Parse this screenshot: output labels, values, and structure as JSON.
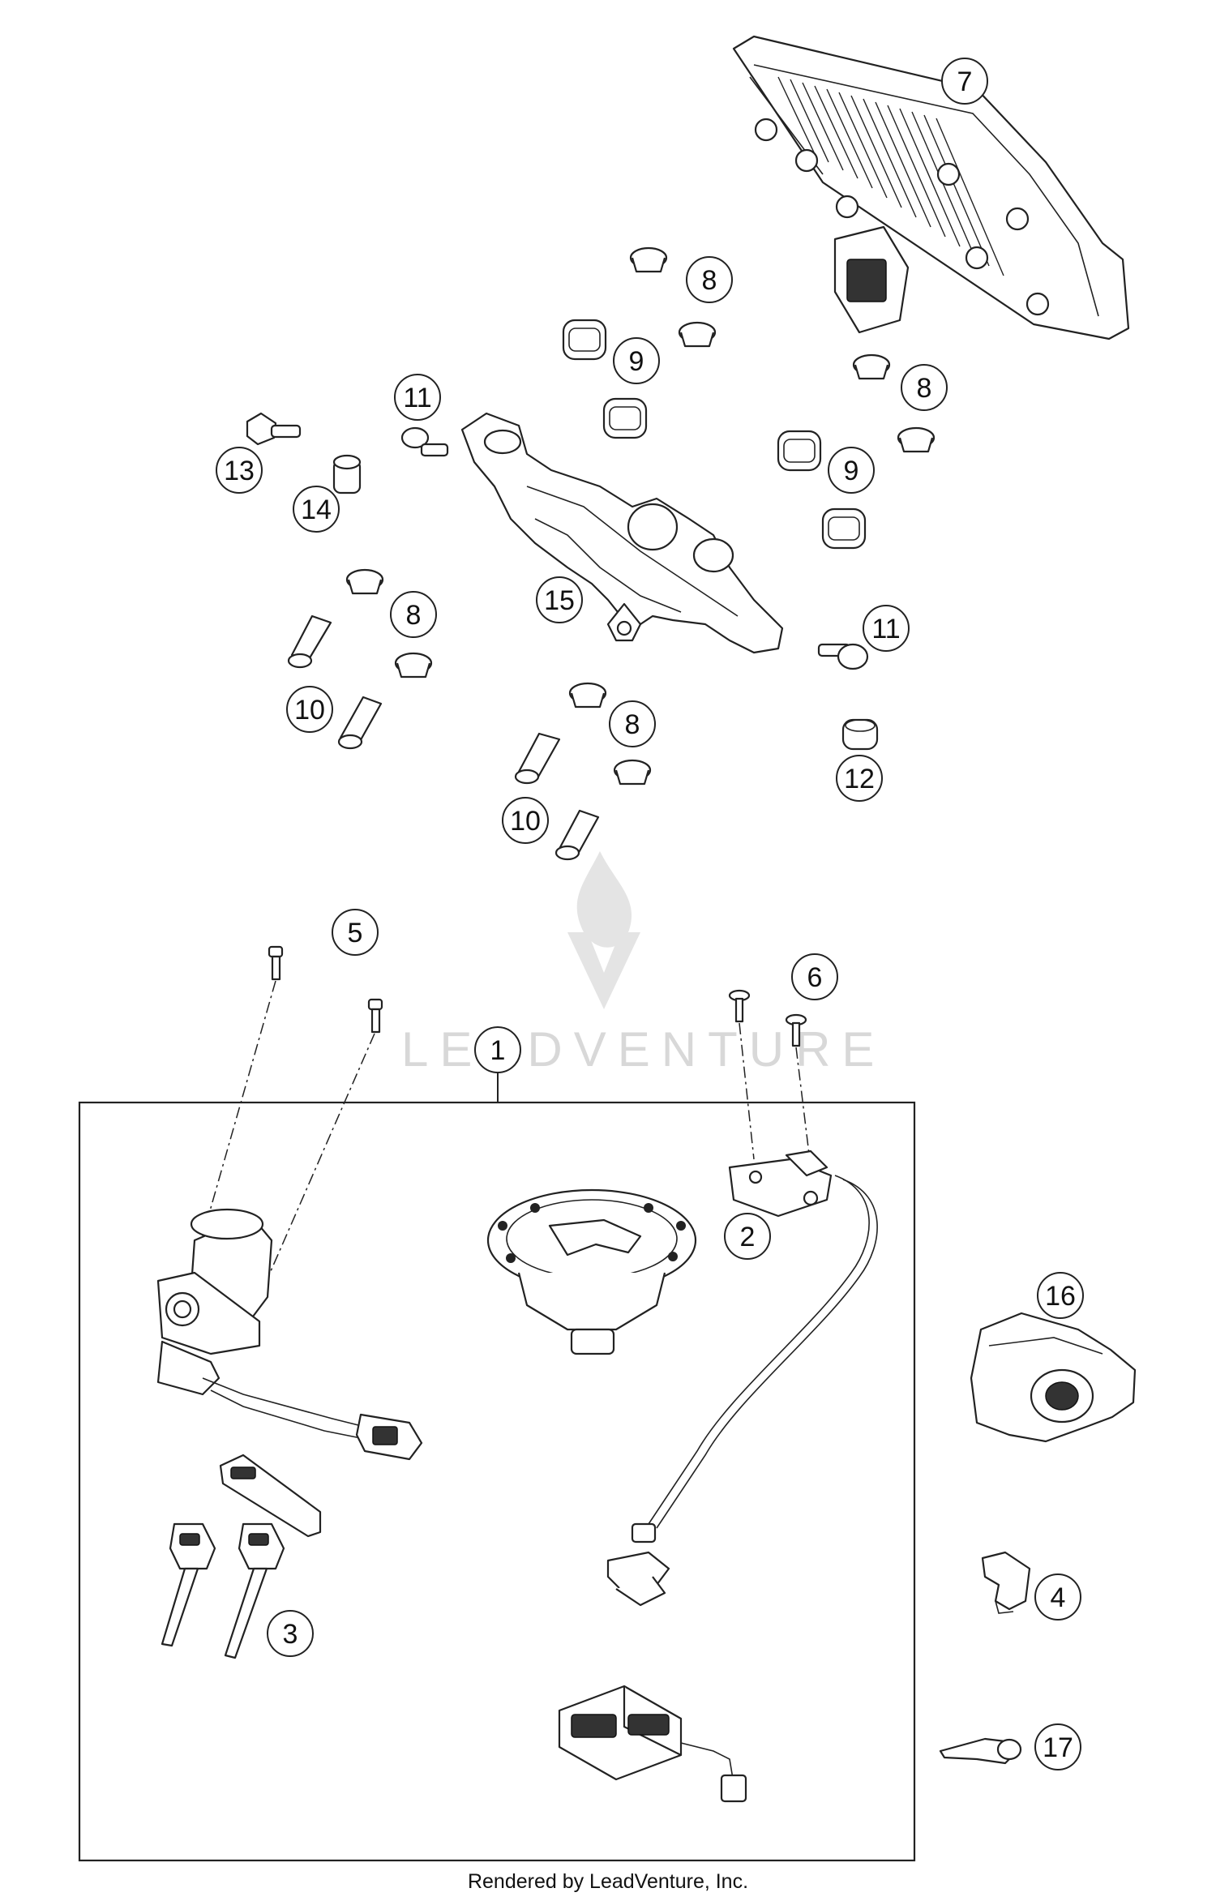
{
  "diagram": {
    "footer_text": "Rendered by LeadVenture, Inc.",
    "watermark_text": "LEADVENTURE",
    "callouts": [
      {
        "id": "c7",
        "label": "7"
      },
      {
        "id": "c8a",
        "label": "8"
      },
      {
        "id": "c9a",
        "label": "9"
      },
      {
        "id": "c8b",
        "label": "8"
      },
      {
        "id": "c11a",
        "label": "11"
      },
      {
        "id": "c13",
        "label": "13"
      },
      {
        "id": "c14",
        "label": "14"
      },
      {
        "id": "c9b",
        "label": "9"
      },
      {
        "id": "c15",
        "label": "15"
      },
      {
        "id": "c8c",
        "label": "8"
      },
      {
        "id": "c11b",
        "label": "11"
      },
      {
        "id": "c10a",
        "label": "10"
      },
      {
        "id": "c8d",
        "label": "8"
      },
      {
        "id": "c12",
        "label": "12"
      },
      {
        "id": "c10b",
        "label": "10"
      },
      {
        "id": "c5",
        "label": "5"
      },
      {
        "id": "c6",
        "label": "6"
      },
      {
        "id": "c1",
        "label": "1"
      },
      {
        "id": "c2",
        "label": "2"
      },
      {
        "id": "c16",
        "label": "16"
      },
      {
        "id": "c4",
        "label": "4"
      },
      {
        "id": "c3",
        "label": "3"
      },
      {
        "id": "c17",
        "label": "17"
      }
    ]
  }
}
